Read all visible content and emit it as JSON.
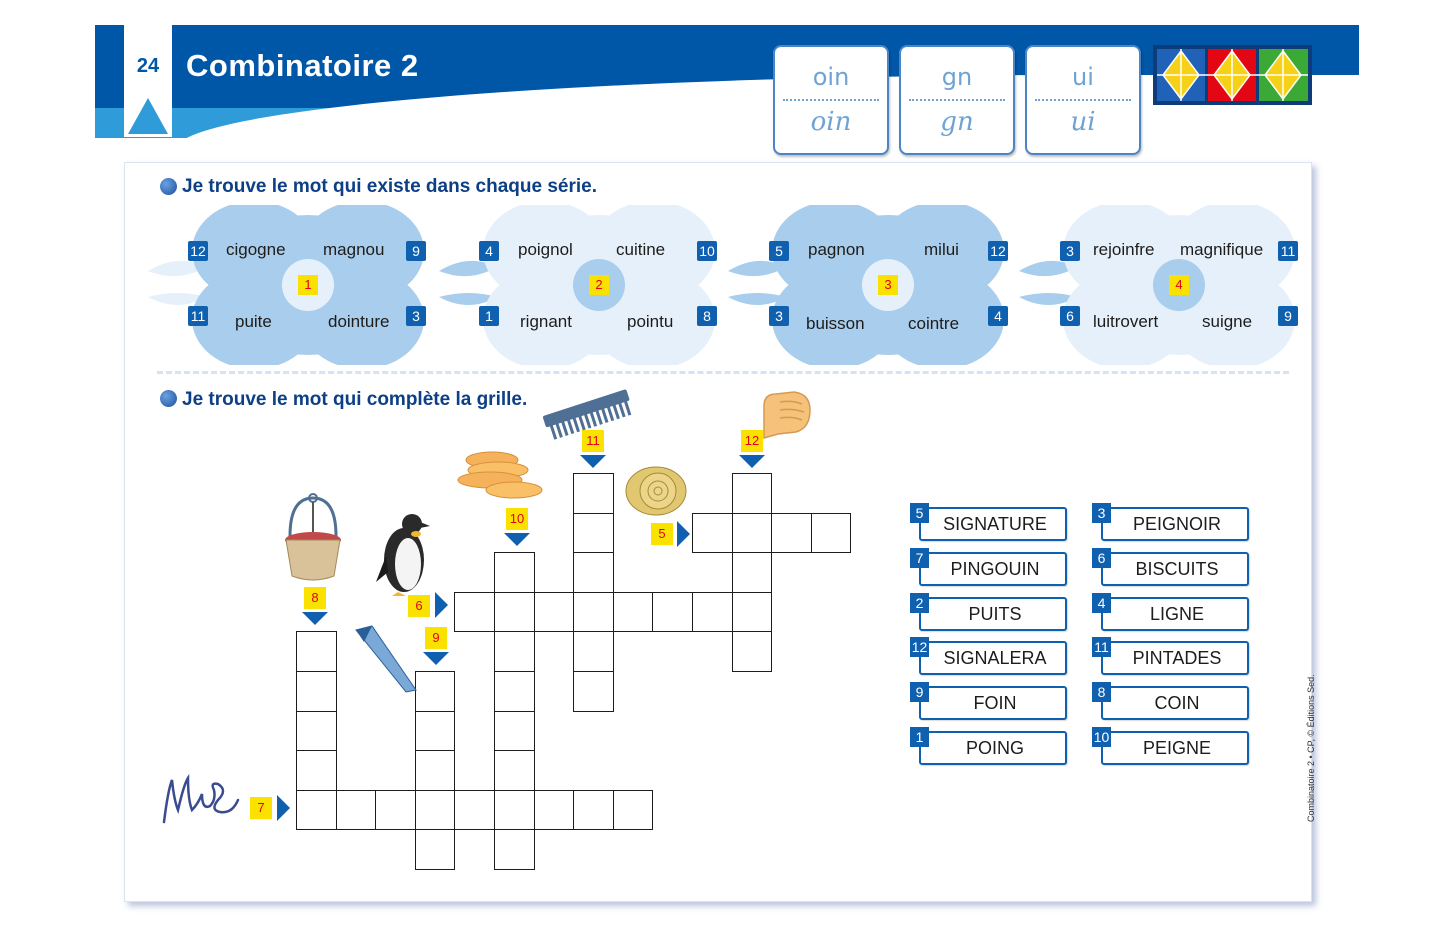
{
  "header": {
    "page_number": "24",
    "title": "Combinatoire 2",
    "sound_cards": [
      {
        "print": "oin",
        "cursive": "oin"
      },
      {
        "print": "gn",
        "cursive": "gn"
      },
      {
        "print": "ui",
        "cursive": "ui"
      }
    ]
  },
  "exercise1": {
    "instruction": "Je trouve le mot qui existe dans chaque série.",
    "series": [
      {
        "number": "1",
        "words": [
          {
            "num": "12",
            "text": "cigogne"
          },
          {
            "num": "9",
            "text": "magnou"
          },
          {
            "num": "11",
            "text": "puite"
          },
          {
            "num": "3",
            "text": "dointure"
          }
        ]
      },
      {
        "number": "2",
        "words": [
          {
            "num": "4",
            "text": "poignol"
          },
          {
            "num": "10",
            "text": "cuitine"
          },
          {
            "num": "1",
            "text": "rignant"
          },
          {
            "num": "8",
            "text": "pointu"
          }
        ]
      },
      {
        "number": "3",
        "words": [
          {
            "num": "5",
            "text": "pagnon"
          },
          {
            "num": "12",
            "text": "milui"
          },
          {
            "num": "3",
            "text": "buisson"
          },
          {
            "num": "4",
            "text": "cointre"
          }
        ]
      },
      {
        "number": "4",
        "words": [
          {
            "num": "3",
            "text": "rejoinfre"
          },
          {
            "num": "11",
            "text": "magnifique"
          },
          {
            "num": "6",
            "text": "luitrovert"
          },
          {
            "num": "9",
            "text": "suigne"
          }
        ]
      }
    ]
  },
  "exercise2": {
    "instruction": "Je trouve le mot qui complète la grille.",
    "clues": [
      "11",
      "12",
      "10",
      "5",
      "8",
      "6",
      "9",
      "7"
    ],
    "labels": [
      {
        "num": "5",
        "text": "SIGNATURE"
      },
      {
        "num": "3",
        "text": "PEIGNOIR"
      },
      {
        "num": "7",
        "text": "PINGOUIN"
      },
      {
        "num": "6",
        "text": "BISCUITS"
      },
      {
        "num": "2",
        "text": "PUITS"
      },
      {
        "num": "4",
        "text": "LIGNE"
      },
      {
        "num": "12",
        "text": "SIGNALERA"
      },
      {
        "num": "11",
        "text": "PINTADES"
      },
      {
        "num": "9",
        "text": "FOIN"
      },
      {
        "num": "8",
        "text": "COIN"
      },
      {
        "num": "1",
        "text": "POING"
      },
      {
        "num": "10",
        "text": "PEIGNE"
      }
    ]
  },
  "footer": {
    "credit": "Combinatoire 2 •  CP, © Éditions Sed."
  },
  "colors": {
    "header_blue": "#0057a8",
    "light_blue": "#2f9bd8",
    "number_box": "#1060b0",
    "clue_yellow": "#fbe100",
    "clue_red": "#e5001a"
  }
}
